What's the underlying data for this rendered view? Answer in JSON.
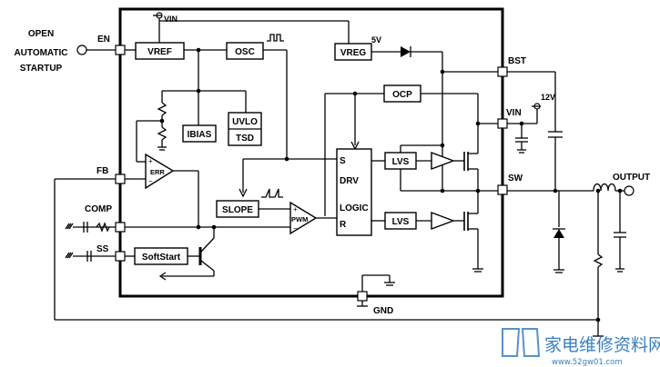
{
  "external_labels": {
    "open_auto_line1": "OPEN",
    "open_auto_line2": "AUTOMATIC",
    "open_auto_line3": "STARTUP",
    "output": "OUTPUT",
    "v12": "12V"
  },
  "pins": {
    "en": "EN",
    "fb": "FB",
    "comp": "COMP",
    "ss": "SS",
    "gnd": "GND",
    "bst": "BST",
    "vin": "VIN",
    "sw": "SW"
  },
  "blocks": {
    "vref": "VREF",
    "osc": "OSC",
    "vreg": "VREG",
    "ocp": "OCP",
    "ibias": "IBIAS",
    "uvlo": "UVLO",
    "tsd": "TSD",
    "err": "ERR",
    "slope": "SLOPE",
    "pwm": "PWM",
    "drv_s": "S",
    "drv_drv": "DRV",
    "drv_logic": "LOGIC",
    "drv_r": "R",
    "lvs_top": "LVS",
    "lvs_bottom": "LVS",
    "softstart": "SoftStart"
  },
  "internal_labels": {
    "vin_top": "VIN",
    "v5": "5V"
  },
  "watermark": {
    "text": "家电维修资料网",
    "url": "www.52gw01.com"
  }
}
